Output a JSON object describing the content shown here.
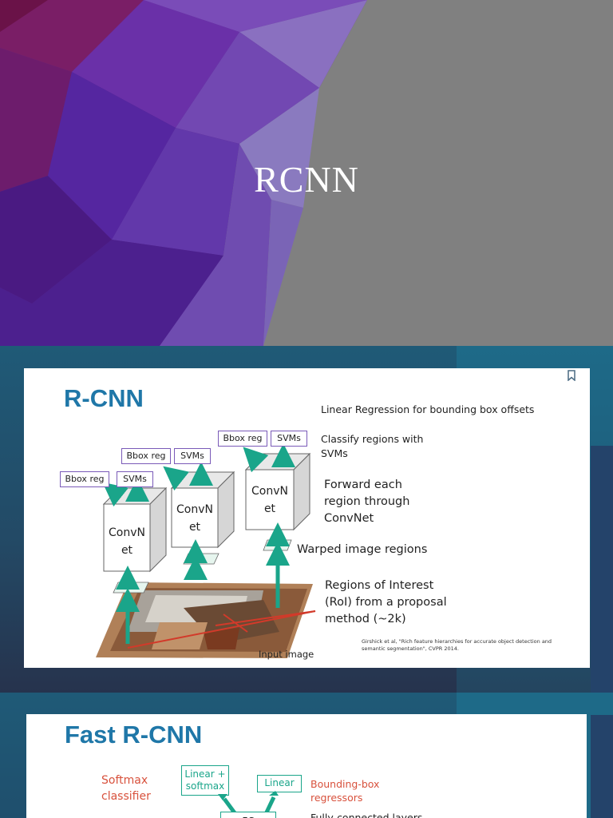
{
  "slide1": {
    "title": "RCNN"
  },
  "slide2": {
    "title": "R-CNN",
    "steps": [
      "Linear Regression for bounding box offsets",
      "Classify regions with SVMs",
      "Forward each region through ConvNet",
      "Warped image regions",
      "Regions of Interest (RoI) from a proposal method (~2k)"
    ],
    "input_label": "Input image",
    "boxes": {
      "bbox": "Bbox reg",
      "svm": "SVMs"
    },
    "cube_label_1": "ConvN",
    "cube_label_2": "et",
    "reference_line1": "Girshick et al, \"Rich feature hierarchies for accurate object detection and",
    "reference_line2": "semantic segmentation\", CVPR 2014.",
    "colors": {
      "title": "#1f77a8",
      "arrow": "#1aa58a",
      "box_border": "#7a5ab8",
      "roi": "#d23a2a"
    }
  },
  "slide3": {
    "title": "Fast R-CNN",
    "softmax_label": "Softmax classifier",
    "box_linear_softmax": "Linear + softmax",
    "box_linear": "Linear",
    "bbox_label": "Bounding-box regressors",
    "fc_partial": "FC",
    "fc_label_partial": "Fully-connected layers"
  }
}
